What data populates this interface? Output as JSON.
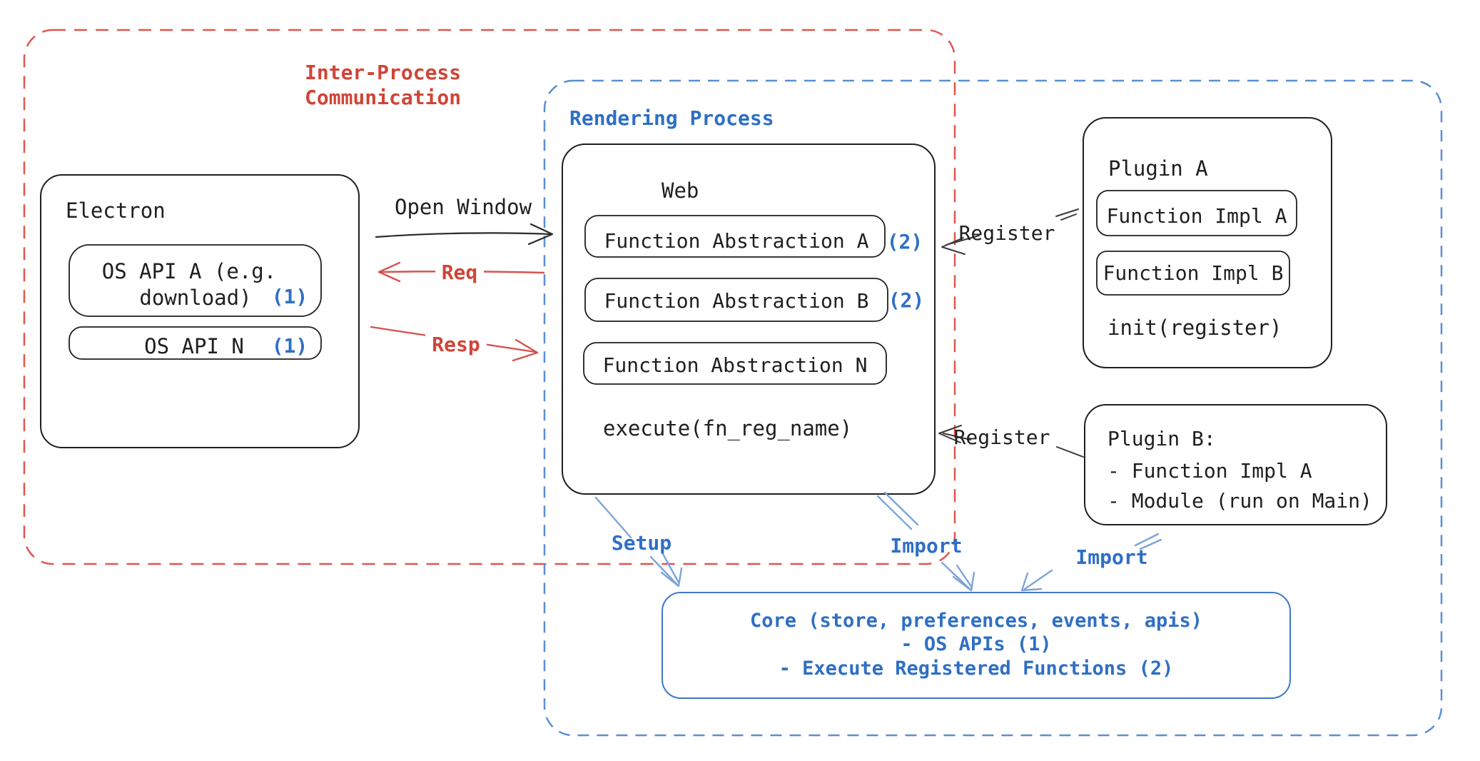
{
  "colors": {
    "red_accent": "#cf4538",
    "red_dash": "#e0564e",
    "blue_accent": "#2f6fc4",
    "blue_dash": "#5b8fd3",
    "arrow_light_blue": "#7da4d9",
    "req_resp_arrow": "#d5544e",
    "ink": "#1f1f1f",
    "background": "#ffffff"
  },
  "ipc": {
    "title_line1": "Inter-Process",
    "title_line2": "Communication"
  },
  "rendering": {
    "title": "Rendering Process"
  },
  "electron": {
    "title": "Electron",
    "os_api_a_line1": "OS API A (e.g.",
    "os_api_a_line2": "download)",
    "os_api_a_badge": "(1)",
    "os_api_n_label": "OS API N",
    "os_api_n_badge": "(1)"
  },
  "web": {
    "title": "Web",
    "fn_abs_a": "Function Abstraction A",
    "fn_abs_a_badge": "(2)",
    "fn_abs_b": "Function Abstraction B",
    "fn_abs_b_badge": "(2)",
    "fn_abs_n": "Function Abstraction N",
    "execute_label": "execute(fn_reg_name)"
  },
  "plugin_a": {
    "title": "Plugin A",
    "fn_impl_a": "Function Impl A",
    "fn_impl_b": "Function Impl B",
    "init_label": "init(register)"
  },
  "plugin_b": {
    "line1": "Plugin B:",
    "line2": "- Function Impl A",
    "line3": "- Module (run on Main)"
  },
  "core": {
    "line1": "Core (store, preferences, events, apis)",
    "line2": "- OS APIs (1)",
    "line3": "- Execute Registered Functions (2)"
  },
  "labels": {
    "open_window": "Open Window",
    "req": "Req",
    "resp": "Resp",
    "register_top": "Register",
    "register_bottom": "Register",
    "setup": "Setup",
    "import_web": "Import",
    "import_plugin": "Import"
  }
}
